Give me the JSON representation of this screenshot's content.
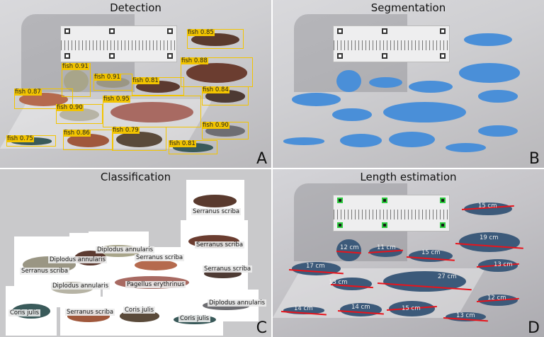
{
  "panels": {
    "detection": {
      "title": "Detection",
      "letter": "A"
    },
    "segmentation": {
      "title": "Segmentation",
      "letter": "B"
    },
    "classification": {
      "title": "Classification",
      "letter": "C"
    },
    "length": {
      "title": "Length estimation",
      "letter": "D"
    }
  },
  "detections": [
    {
      "label": "fish 0.85"
    },
    {
      "label": "fish 0.88"
    },
    {
      "label": "fish 0.91"
    },
    {
      "label": "fish 0.91"
    },
    {
      "label": "fish 0.81"
    },
    {
      "label": "fish 0.87"
    },
    {
      "label": "fish 0.84"
    },
    {
      "label": "fish 0.90"
    },
    {
      "label": "fish 0.95"
    },
    {
      "label": "fish 0.90"
    },
    {
      "label": "fish 0.75"
    },
    {
      "label": "fish 0.86"
    },
    {
      "label": "fish 0.79"
    },
    {
      "label": "fish 0.81"
    }
  ],
  "classifications": [
    {
      "label": "Serranus scriba"
    },
    {
      "label": "Serranus scriba"
    },
    {
      "label": "Diplodus annularis"
    },
    {
      "label": "Diplodus annularis"
    },
    {
      "label": "Serranus scriba"
    },
    {
      "label": "Serranus scriba"
    },
    {
      "label": "Serranus scriba"
    },
    {
      "label": "Diplodus annularis"
    },
    {
      "label": "Pagellus erythrinus"
    },
    {
      "label": "Diplodus annularis"
    },
    {
      "label": "Coris julis"
    },
    {
      "label": "Serranus scriba"
    },
    {
      "label": "Coris julis"
    },
    {
      "label": "Coris julis"
    }
  ],
  "lengths": [
    {
      "label": "15 cm"
    },
    {
      "label": "19 cm"
    },
    {
      "label": "12 cm"
    },
    {
      "label": "11 cm"
    },
    {
      "label": "15 cm"
    },
    {
      "label": "17 cm"
    },
    {
      "label": "13 cm"
    },
    {
      "label": "27 cm"
    },
    {
      "label": "13 cm"
    },
    {
      "label": "12 cm"
    },
    {
      "label": "14 cm"
    },
    {
      "label": "14 cm"
    },
    {
      "label": "15 cm"
    },
    {
      "label": "13 cm"
    }
  ],
  "colors": {
    "box": "#f2c400",
    "mask": "#4a8fd8",
    "measure": "#e8141c",
    "marker": "#2ecc40"
  }
}
